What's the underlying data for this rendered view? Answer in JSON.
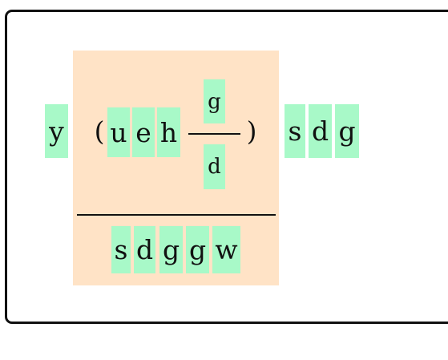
{
  "colors": {
    "cell_bg": "#a8f9c8",
    "group_bg": "#ffe3c6",
    "stroke": "#111111"
  },
  "expression": {
    "prefix": "y",
    "open_paren": "(",
    "inner_terms": [
      "u",
      "e",
      "h"
    ],
    "inner_fraction": {
      "numerator": "g",
      "denominator": "d"
    },
    "close_paren": ")",
    "denominator_terms": [
      "s",
      "d",
      "g",
      "g",
      "w"
    ],
    "suffix_terms": [
      "s",
      "d",
      "g"
    ]
  }
}
